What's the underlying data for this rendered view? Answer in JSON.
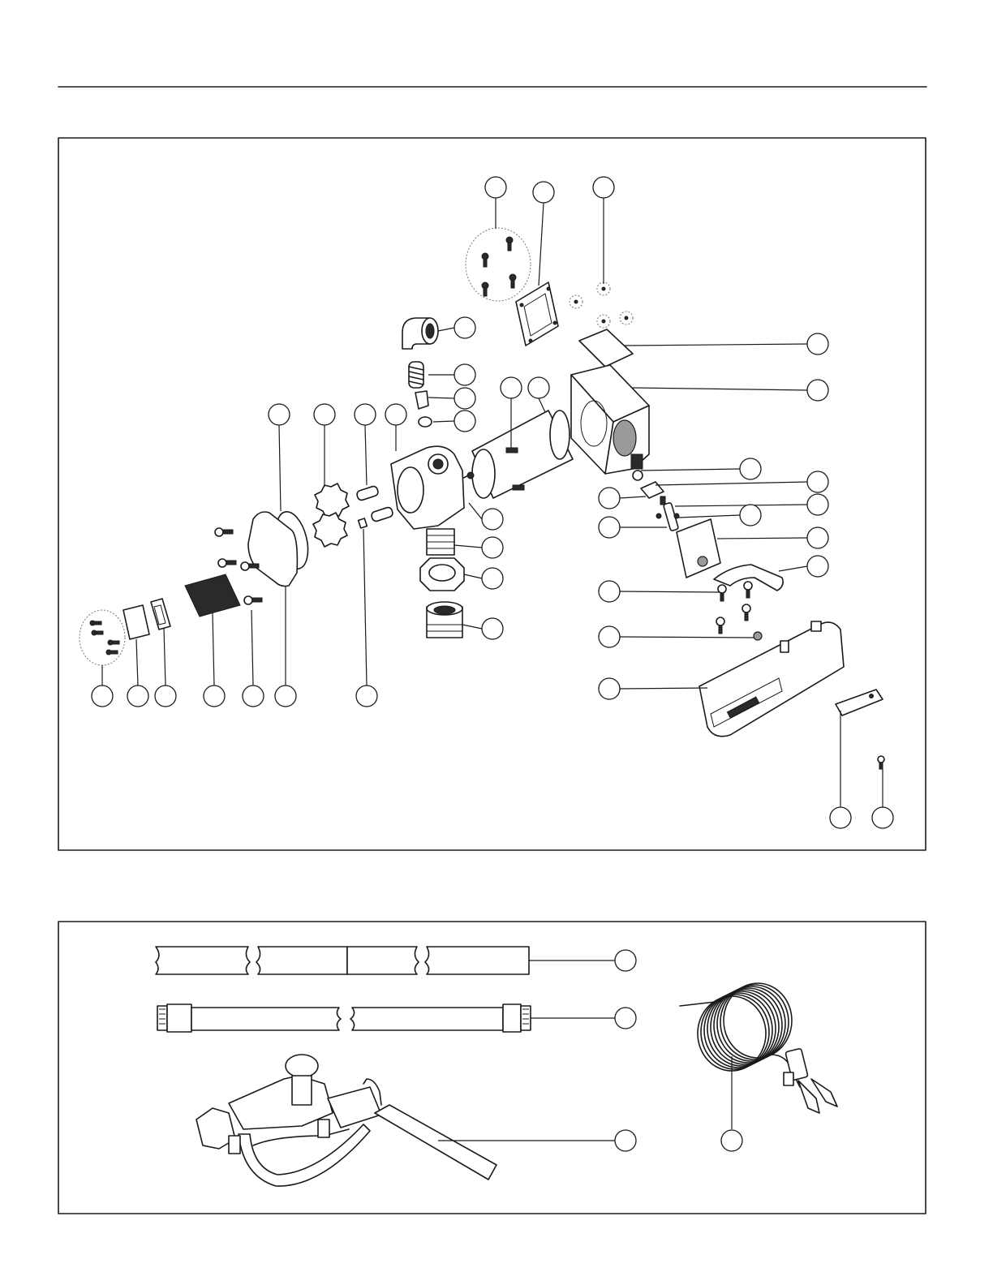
{
  "page": {
    "header_rule": true
  },
  "figure_top": {
    "label": "exploded-pump-assembly",
    "callout_count": 39
  },
  "figure_bottom": {
    "label": "accessory-kit",
    "callout_count": 4
  },
  "colors": {
    "ink": "#1a1a1a",
    "paper": "#ffffff",
    "shade": "#9a9a9a"
  }
}
